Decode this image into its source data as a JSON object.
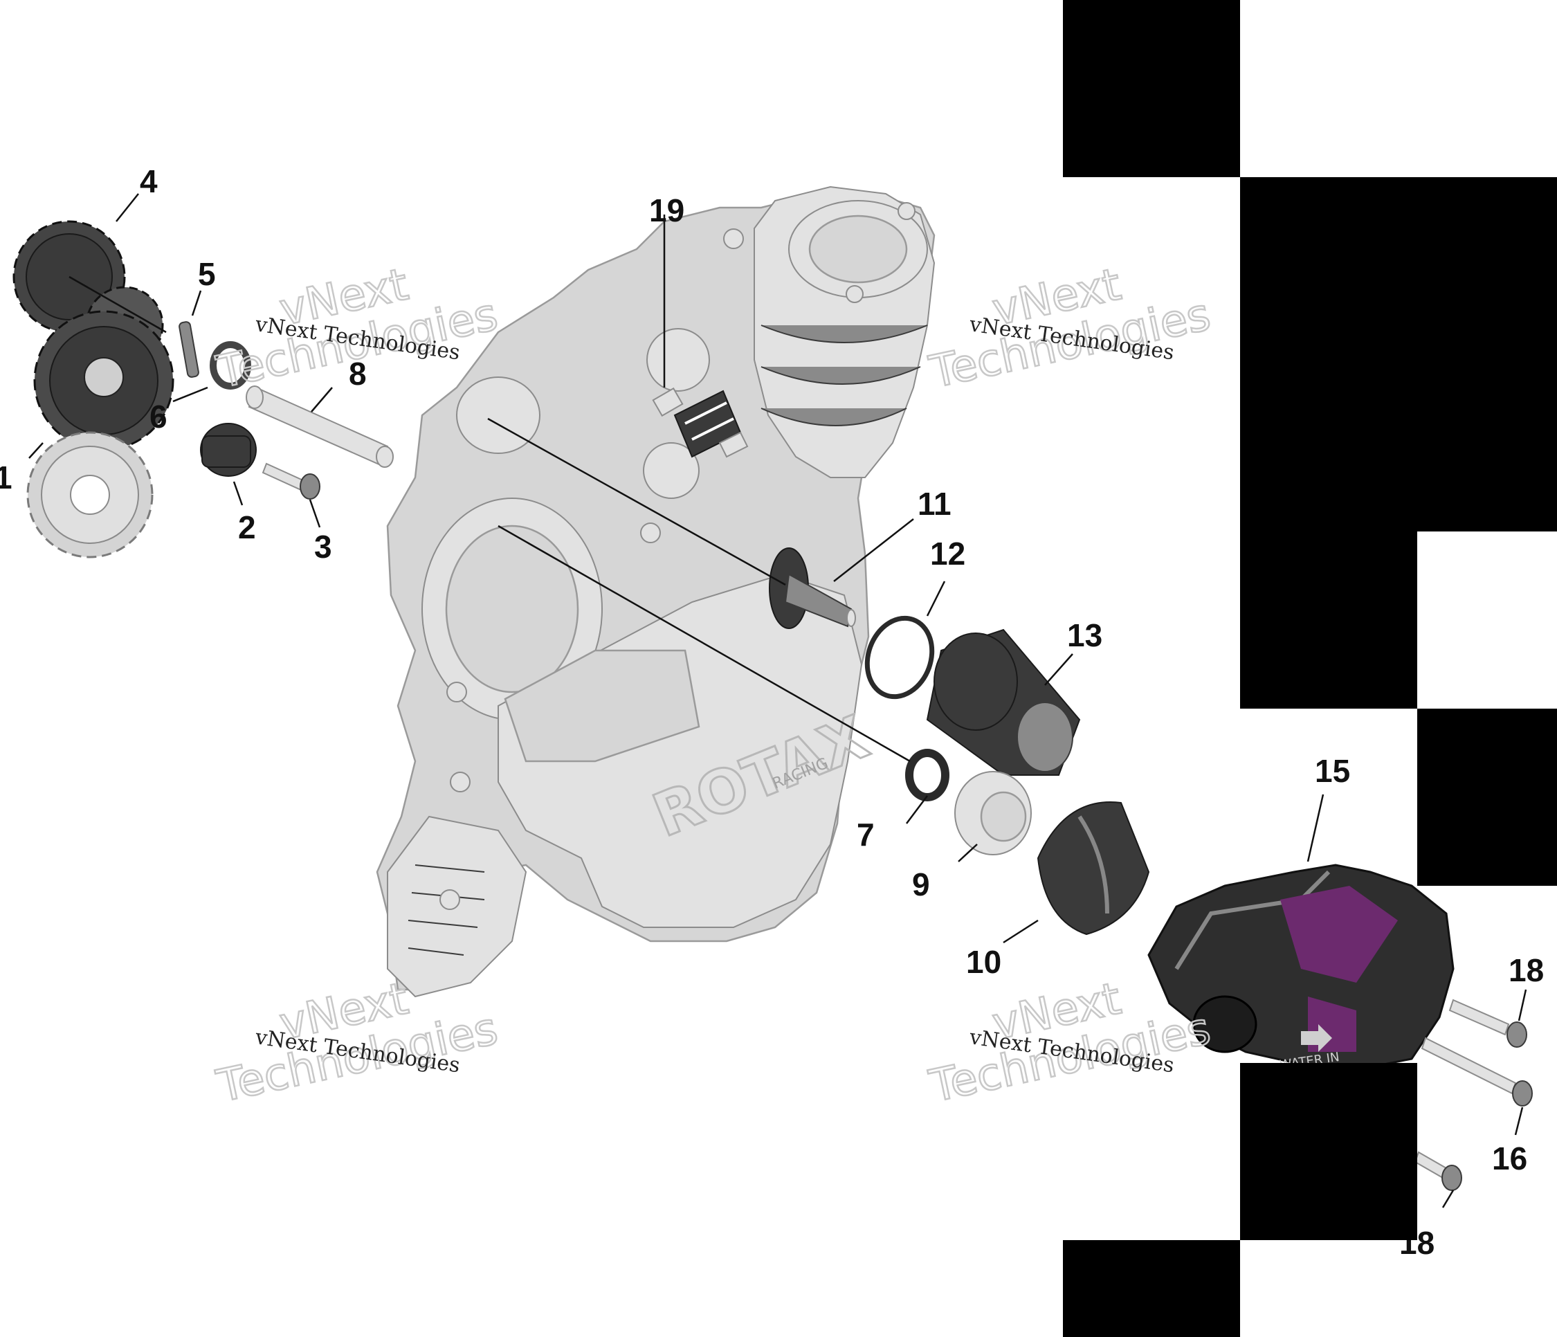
{
  "diagram": {
    "callouts": [
      {
        "id": "1",
        "label": "1"
      },
      {
        "id": "2",
        "label": "2"
      },
      {
        "id": "3",
        "label": "3"
      },
      {
        "id": "4",
        "label": "4"
      },
      {
        "id": "5",
        "label": "5"
      },
      {
        "id": "6",
        "label": "6"
      },
      {
        "id": "7",
        "label": "7"
      },
      {
        "id": "8",
        "label": "8"
      },
      {
        "id": "9",
        "label": "9"
      },
      {
        "id": "10",
        "label": "10"
      },
      {
        "id": "11",
        "label": "11"
      },
      {
        "id": "12",
        "label": "12"
      },
      {
        "id": "13",
        "label": "13"
      },
      {
        "id": "15",
        "label": "15"
      },
      {
        "id": "16",
        "label": "16"
      },
      {
        "id": "18a",
        "label": "18"
      },
      {
        "id": "18b",
        "label": "18"
      },
      {
        "id": "19",
        "label": "19"
      }
    ],
    "watermark": {
      "brand_small": "vNext Technologies",
      "brand_big_1": "vNext",
      "brand_big_2": "Technologies"
    },
    "cover_logo": {
      "brand": "ROTAX",
      "sub": "RACING"
    },
    "pump_marking": "WATER IN"
  }
}
